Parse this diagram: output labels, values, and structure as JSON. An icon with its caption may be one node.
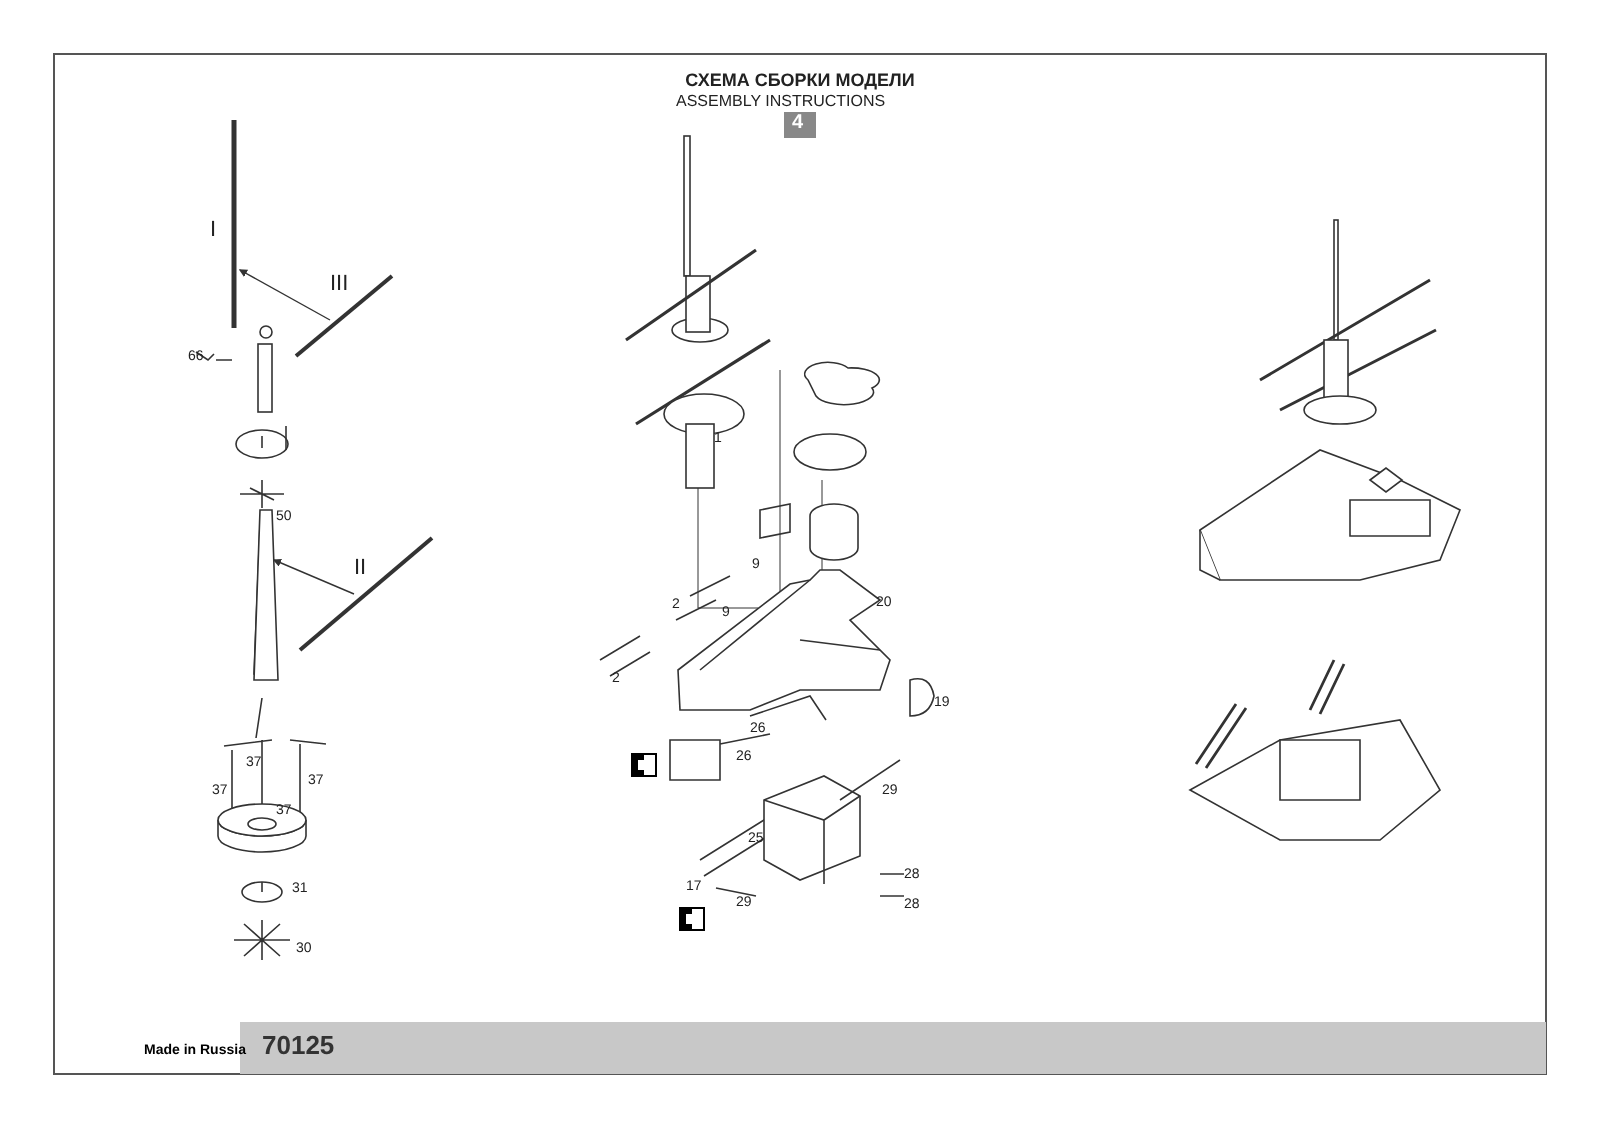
{
  "diagram": {
    "title": "СХЕМА СБОРКИ МОДЕЛИ",
    "nodes": [
      {
        "text": [],
        "shape": "bar",
        "beside": [
          "I"
        ]
      },
      {
        "text": [
          "III"
        ]
      },
      {
        "text": [],
        "shape": "bar"
      },
      {
        "text": [
          "II"
        ]
      }
    ],
    "edges": [
      {
        "from": 1,
        "to": 0,
        "arrow": "to"
      },
      {
        "from": 3,
        "to": 2,
        "arrow": "to"
      }
    ],
    "labels": [
      "ASSEMBLY INSTRUCTIONS",
      "4",
      "66",
      "50",
      "37",
      "37",
      "37",
      "37",
      "31",
      "30",
      "1",
      "9",
      "2",
      "9",
      "2",
      "20",
      "19",
      "26",
      "26",
      "25",
      "29",
      "28",
      "17",
      "29",
      "28",
      "Made in Russia",
      "70125"
    ]
  }
}
